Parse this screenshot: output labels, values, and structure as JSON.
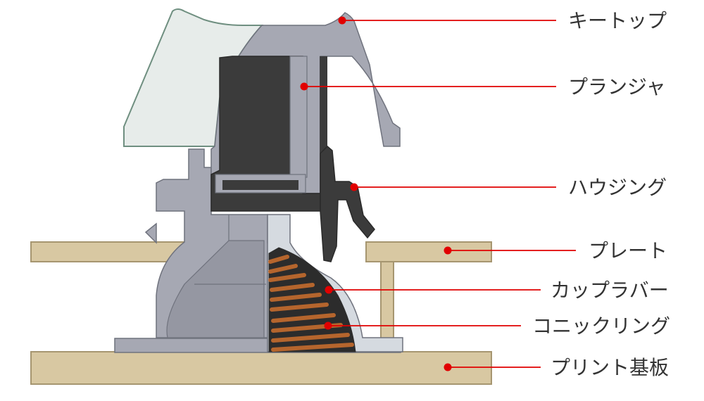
{
  "colors": {
    "board": "#d8c8a2",
    "board_edge": "#a69670",
    "housing": "#a6a8b3",
    "housing_dark": "#8a8c97",
    "housing_edge": "#6f727d",
    "plunger": "#3b3b3b",
    "keycap_white": "#e7ecea",
    "keycap_edge": "#6f8f80",
    "rubber": "#cdd2d8",
    "spring": "#b5652d",
    "leader": "#e10000"
  },
  "labels": {
    "keytop": "キートップ",
    "plunger": "プランジャ",
    "housing": "ハウジング",
    "plate": "プレート",
    "cup_rubber": "カップラバー",
    "conic_spring": "コニックリング",
    "pcb": "プリント基板"
  }
}
